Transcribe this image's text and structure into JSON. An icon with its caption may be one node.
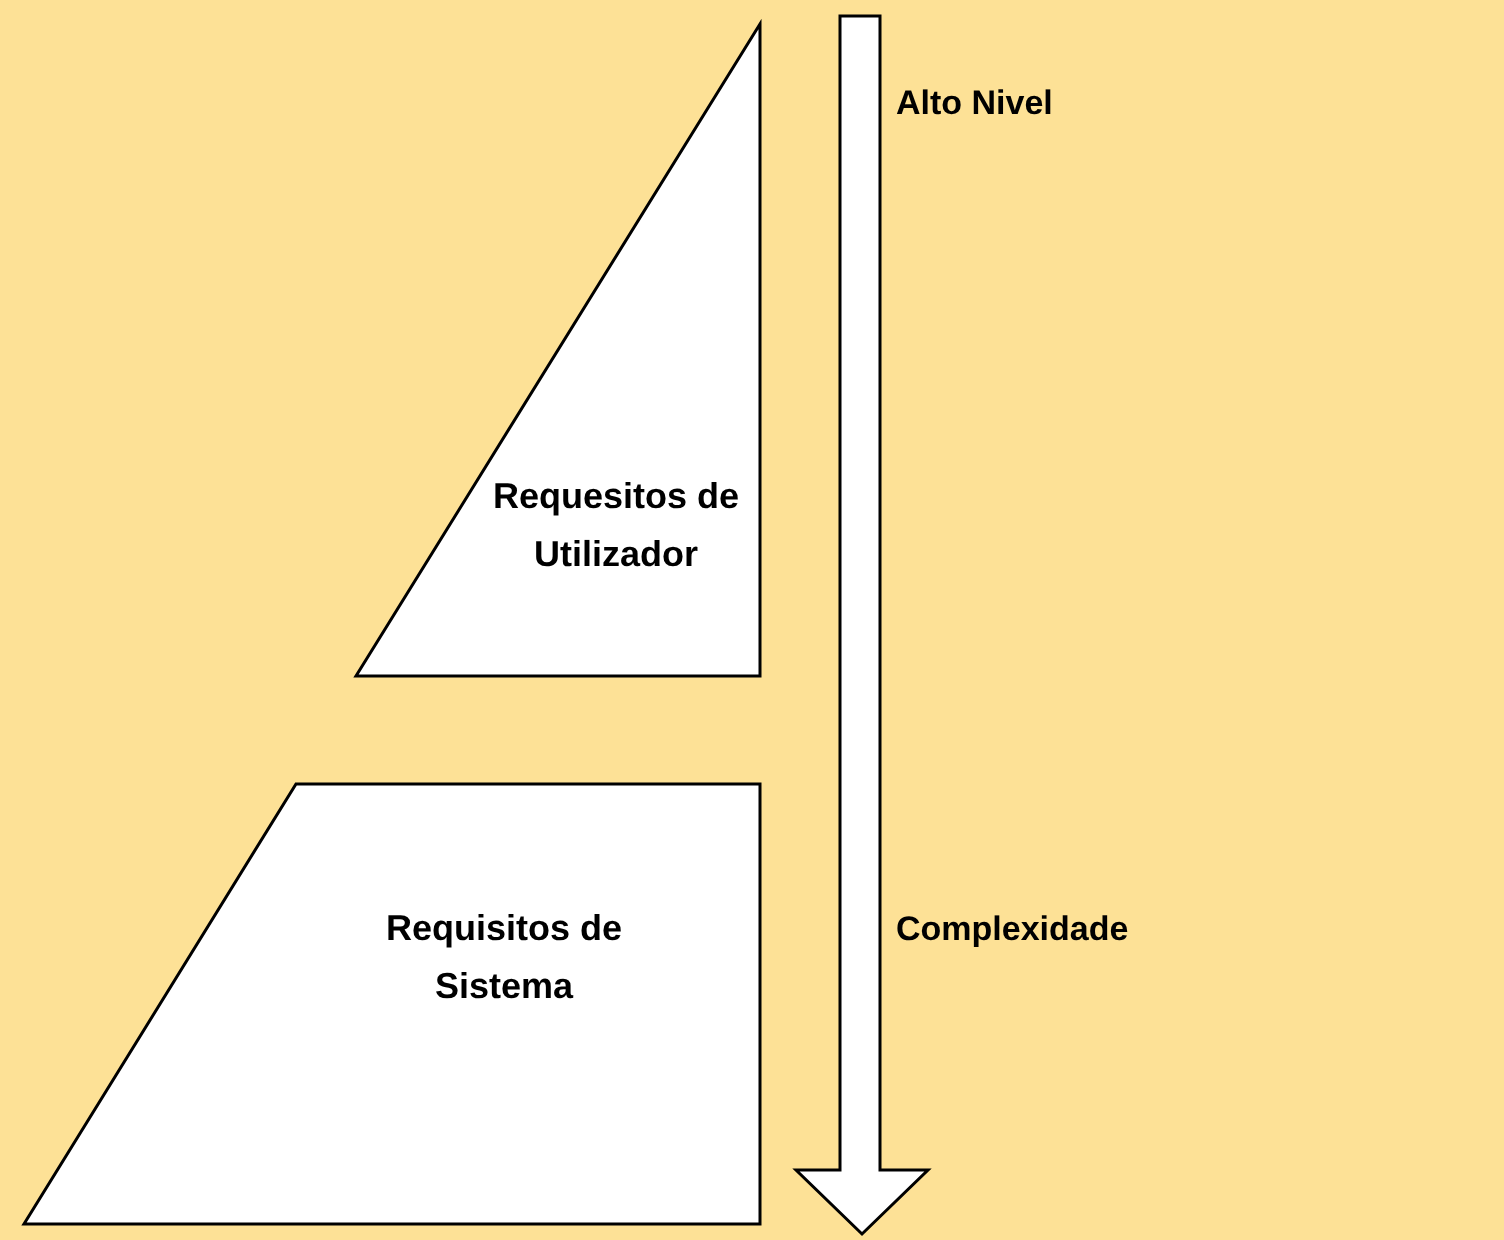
{
  "diagram": {
    "nodes": [
      {
        "text": [
          "Requesitos de Utilizador"
        ]
      },
      {
        "text": [
          "Requisitos de Sistema"
        ]
      }
    ],
    "labels": [
      "Alto Nivel",
      "Complexidade"
    ]
  }
}
